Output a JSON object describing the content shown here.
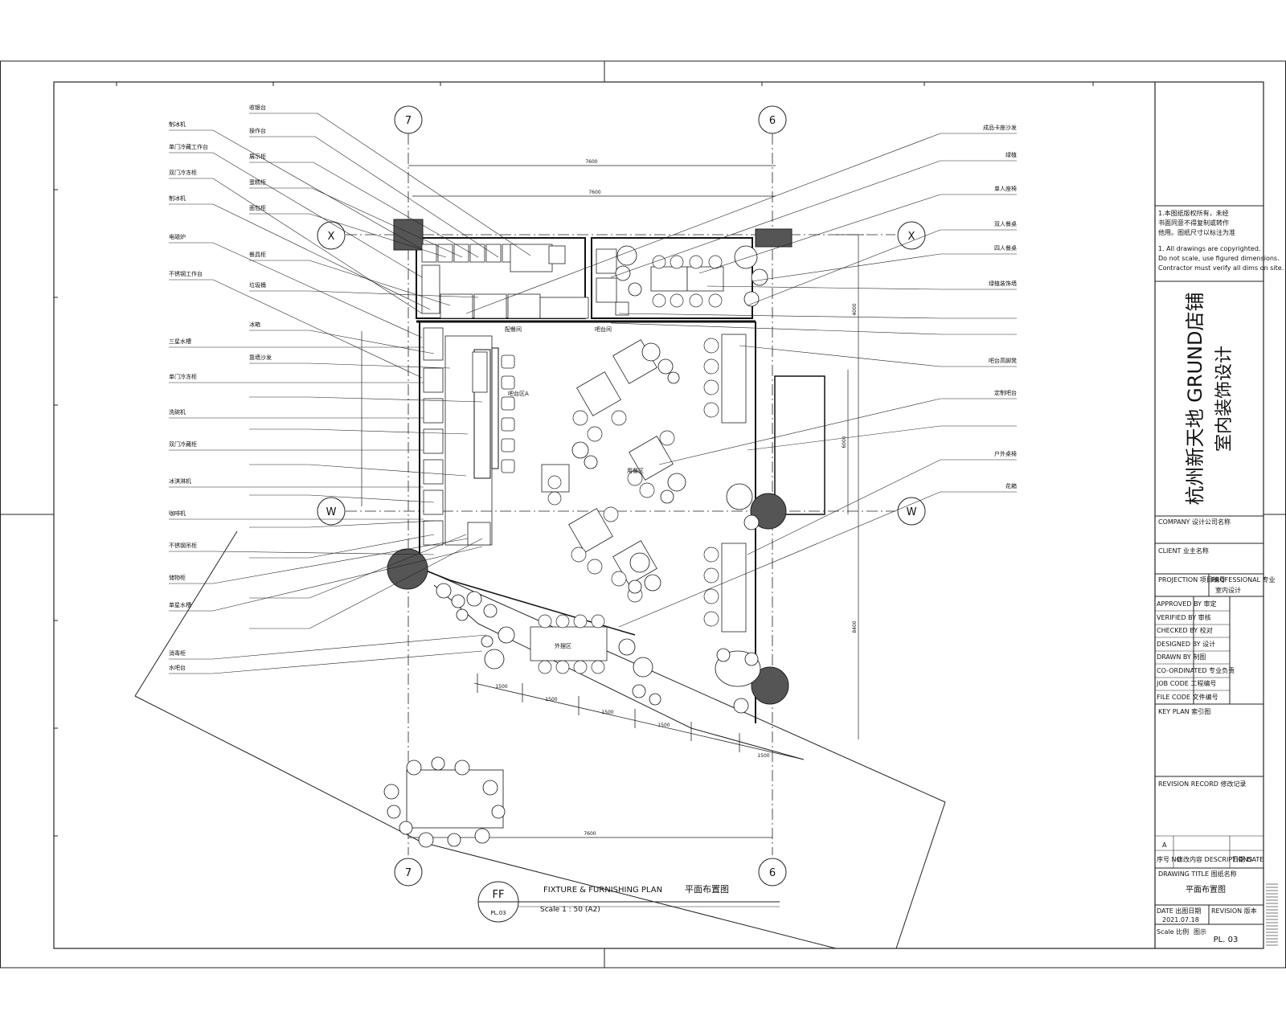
{
  "project_title": "杭州新天地 GRUND店铺",
  "project_subtitle": "室内装饰设计",
  "plan": {
    "title_en": "FIXTURE & FURNISHING PLAN",
    "title_cn": "平面布置图",
    "scale": "Scale 1 : 50 (A2)",
    "section_symbol": "FF",
    "section_ref": "PL.03"
  },
  "grid_labels": {
    "col_left": "7",
    "col_right": "6",
    "row_top": "X",
    "row_bottom": "W"
  },
  "room_labels": {
    "kitchen_left": "配餐间",
    "kitchen_right": "吧台间",
    "bar_zone": "吧台区A",
    "dining_zone": "用餐区",
    "outdoor_zone": "外摆区"
  },
  "dimensions": {
    "dim_top_a": "7600",
    "dim_top_b": "7600",
    "dim_bottom": "7600",
    "dim_right_a": "4000",
    "dim_right_b": "6000",
    "dim_right_c": "8400",
    "dim_seg": "1500"
  },
  "title_block": {
    "notes_cn": [
      "1.本图纸版权所有，未经",
      "书面同意不得复制或转作",
      "他用。图纸尺寸以标注为准"
    ],
    "notes_en": [
      "1. All drawings are copyrighted.",
      "Do not scale, use figured dimensions.",
      "Contractor must verify all dims on site."
    ],
    "company": "COMPANY 设计公司名称",
    "client": "CLIENT 业主名称",
    "project_no_label": "PROJECTION 项目编号",
    "professional_label": "PROFESSIONAL 专业",
    "professional_value": "室内设计",
    "sign_rows": [
      "APPROVED BY 审定",
      "VERIFIED BY 审核",
      "CHECKED BY 校对",
      "DESIGNED BY 设计",
      "DRAWN BY 制图",
      "CO-ORDINATED 专业负责",
      "JOB CODE 工程编号",
      "FILE CODE 文件编号"
    ],
    "key_plan": "KEY PLAN 索引图",
    "revision_record": "REVISION RECORD 修改记录",
    "rev_a": "A",
    "rev_headers": [
      "序号 NO.",
      "修改内容 DESCRIPTIONS",
      "日期 DATE"
    ],
    "drawing_title_label": "DRAWING TITLE 图纸名称",
    "drawing_title": "平面布置图",
    "date_label": "DATE 出图日期",
    "date_value": "2021.07.18",
    "revision_label": "REVISION 版本",
    "scale_label": "Scale 比例",
    "scale_value": "图示",
    "sheet_no": "PL. 03"
  },
  "annotations_left_top": [
    "制冰机",
    "单门冷藏工作台",
    "双门冷冻柜",
    "制冰机",
    "电磁炉",
    "不锈钢工作台",
    "三星水槽",
    "单门冷冻柜",
    "洗碗机",
    "双门冷藏柜",
    "冰淇淋机",
    "咖啡机",
    "不锈钢吊柜",
    "储物柜",
    "单星水槽",
    "消毒柜",
    "水吧台",
    "收银台",
    "操作台",
    "展示柜",
    "蛋糕柜",
    "面包柜",
    "餐具柜",
    "垃圾桶",
    "冰箱",
    "靠墙沙发"
  ],
  "annotations_right": [
    "成品卡座沙发",
    "绿植",
    "单人座椅",
    "双人餐桌",
    "四人餐桌",
    "绿植装饰墙",
    "吧台高脚凳",
    "定制吧台",
    "户外桌椅",
    "花箱"
  ]
}
